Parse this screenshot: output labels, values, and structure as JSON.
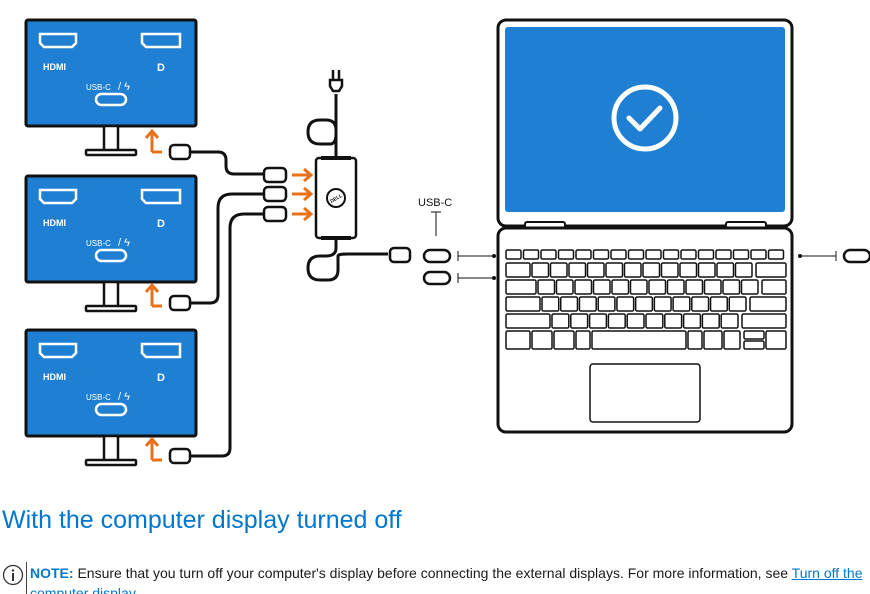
{
  "diagram": {
    "monitor_ports": {
      "hdmi_label": "HDMI",
      "dp_label": "D",
      "usbc_label": "USB-C",
      "thunderbolt_label": "/ ϟ"
    },
    "laptop_port_label": "USB-C"
  },
  "section": {
    "heading": "With the computer display turned off"
  },
  "note": {
    "label": "NOTE:",
    "text": " Ensure that you turn off your computer's display before connecting the external displays. For more information, see ",
    "link": "Turn off the computer display"
  },
  "colors": {
    "accent": "#0076ce",
    "screen_blue": "#1f7fd3",
    "arrow_orange": "#e8711b"
  },
  "icons": [
    "check-icon",
    "info-icon",
    "power-plug-icon",
    "dell-logo-icon"
  ]
}
